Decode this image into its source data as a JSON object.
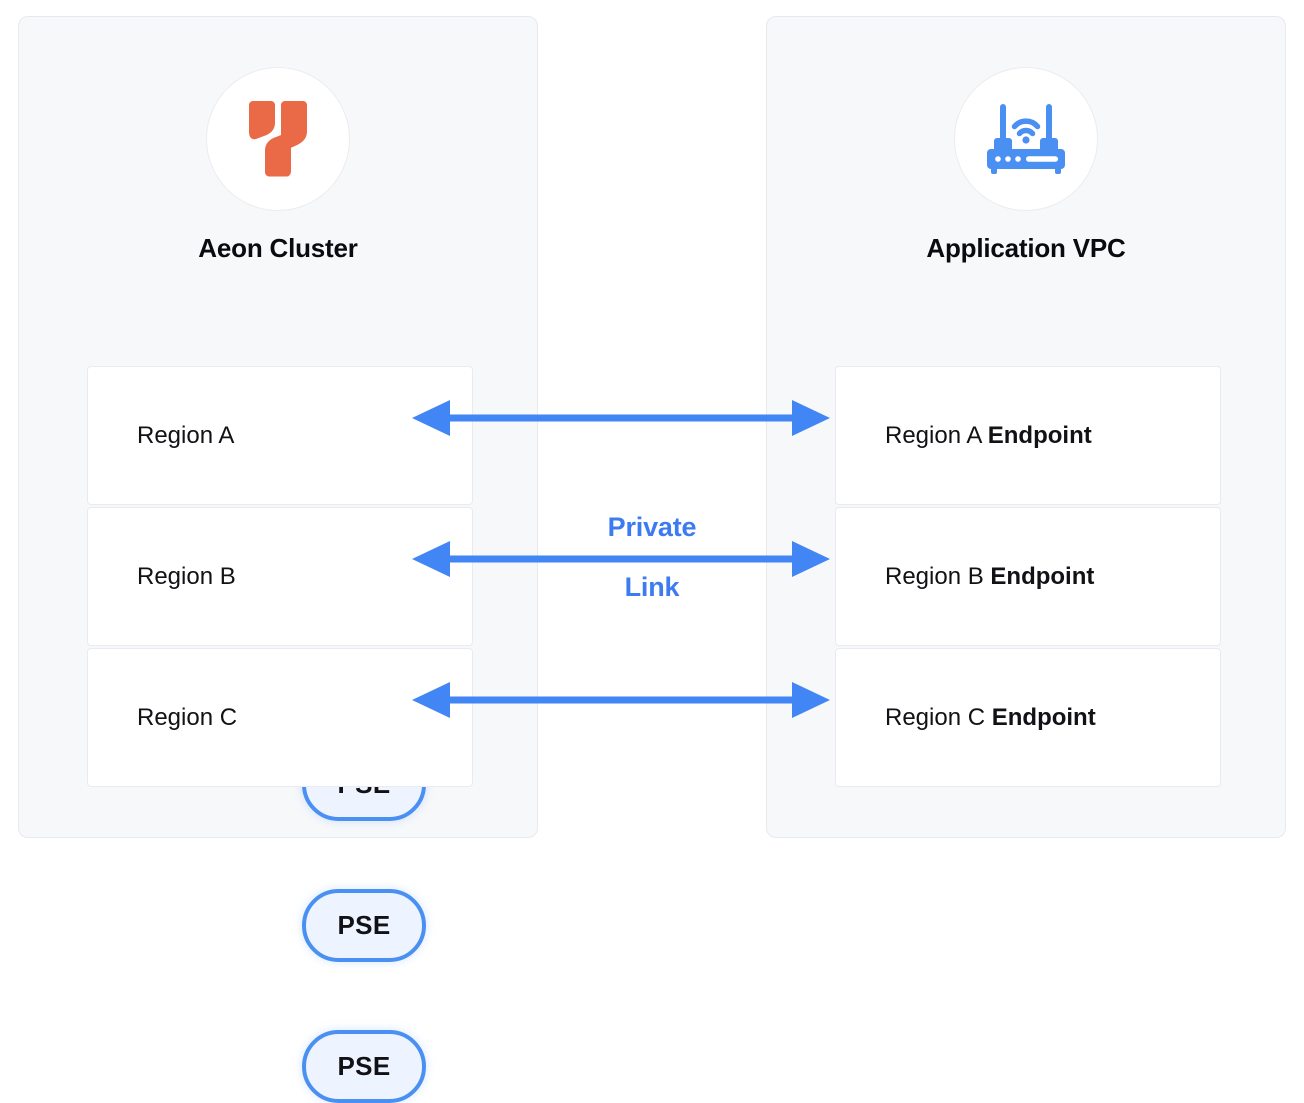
{
  "colors": {
    "panel_bg": "#f7f8fa",
    "panel_border": "#e7e9ef",
    "card_bg": "#ffffff",
    "card_border": "#e9ebf1",
    "accent_blue": "#4a90f2",
    "arrow_blue": "#4285f4",
    "link_text_blue": "#3d7bf0",
    "pse_fill": "#eef4ff",
    "logo_orange": "#ea6a47",
    "router_blue": "#4a90f2",
    "title_text": "#0b0b0f",
    "body_text": "#121216",
    "page_bg": "#ffffff"
  },
  "left_panel": {
    "icon": "aeon-logo-icon",
    "title": "Aeon Cluster",
    "rows": [
      {
        "label": "Region A",
        "badge": "PSE"
      },
      {
        "label": "Region B",
        "badge": "PSE"
      },
      {
        "label": "Region C",
        "badge": "PSE"
      }
    ]
  },
  "right_panel": {
    "icon": "router-icon",
    "title": "Application VPC",
    "rows": [
      {
        "prefix": "Region A ",
        "strong": "Endpoint"
      },
      {
        "prefix": "Region B ",
        "strong": "Endpoint"
      },
      {
        "prefix": "Region C ",
        "strong": "Endpoint"
      }
    ]
  },
  "connections": {
    "label_line_1": "Private",
    "label_line_2": "Link",
    "direction": "bidirectional",
    "count": 3
  }
}
